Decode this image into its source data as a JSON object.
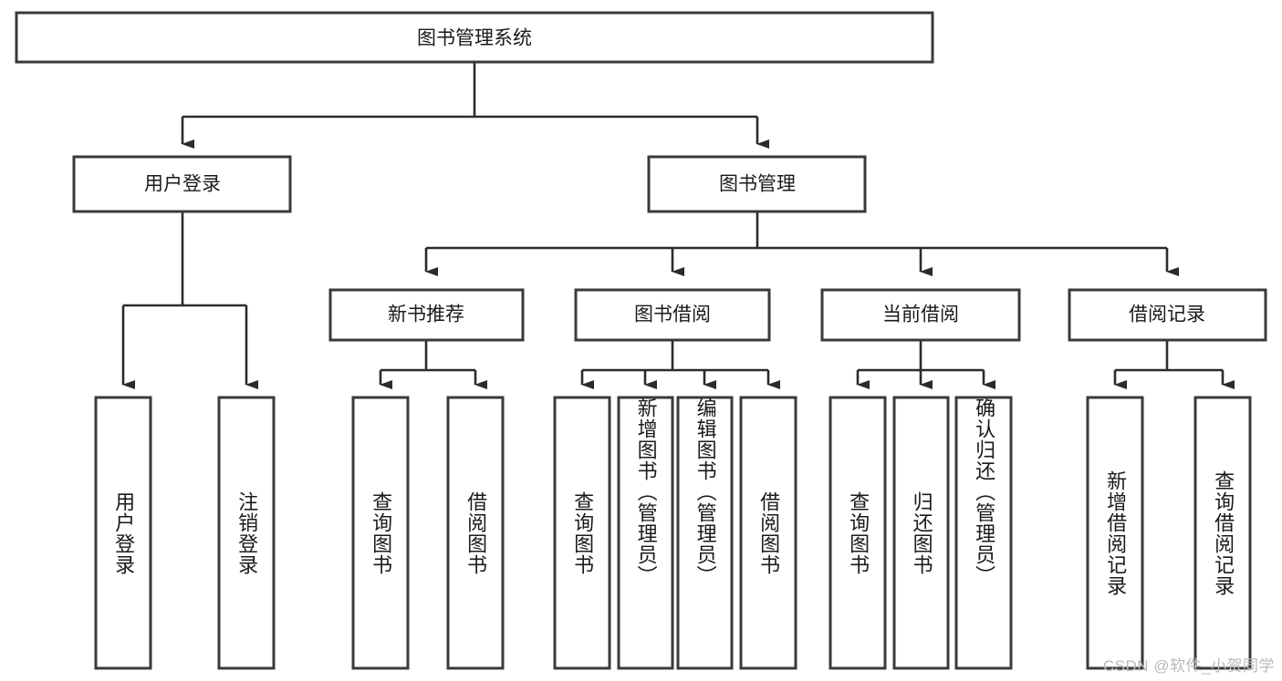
{
  "diagram": {
    "title": "图书管理系统",
    "type": "tree-hierarchy-chart",
    "orientation": "top-down",
    "colors": {
      "box_fill": "#ffffff",
      "box_stroke": "#3a3a3a",
      "connector": "#2b2b2b",
      "text": "#1a1a1a",
      "watermark": "#b9b9b9"
    },
    "root": {
      "label": "图书管理系统"
    },
    "level2": [
      {
        "id": "user-login",
        "label": "用户登录"
      },
      {
        "id": "book-manage",
        "label": "图书管理"
      }
    ],
    "level3": [
      {
        "id": "new-book-recommend",
        "label": "新书推荐"
      },
      {
        "id": "book-borrow",
        "label": "图书借阅"
      },
      {
        "id": "current-borrow",
        "label": "当前借阅"
      },
      {
        "id": "borrow-record",
        "label": "借阅记录"
      }
    ],
    "leaves": {
      "user_login": [
        {
          "id": "leaf-user-login",
          "label": "用户登录"
        },
        {
          "id": "leaf-logout-login",
          "label": "注销登录"
        }
      ],
      "new_book_recommend": [
        {
          "id": "leaf-query-book-1",
          "label": "查询图书"
        },
        {
          "id": "leaf-borrow-book-1",
          "label": "借阅图书"
        }
      ],
      "book_borrow": [
        {
          "id": "leaf-query-book-2",
          "label": "查询图书"
        },
        {
          "id": "leaf-add-book",
          "label": "新增图书（管理员）"
        },
        {
          "id": "leaf-edit-book",
          "label": "编辑图书（管理员）"
        },
        {
          "id": "leaf-borrow-book-2",
          "label": "借阅图书"
        }
      ],
      "current_borrow": [
        {
          "id": "leaf-query-book-3",
          "label": "查询图书"
        },
        {
          "id": "leaf-return-book",
          "label": "归还图书"
        },
        {
          "id": "leaf-confirm-return",
          "label": "确认归还（管理员）"
        }
      ],
      "borrow_record": [
        {
          "id": "leaf-add-record",
          "label": "新增借阅记录"
        },
        {
          "id": "leaf-query-record",
          "label": "查询借阅记录"
        }
      ]
    }
  },
  "watermark": {
    "text": "CSDN @软件_小贺同学"
  }
}
